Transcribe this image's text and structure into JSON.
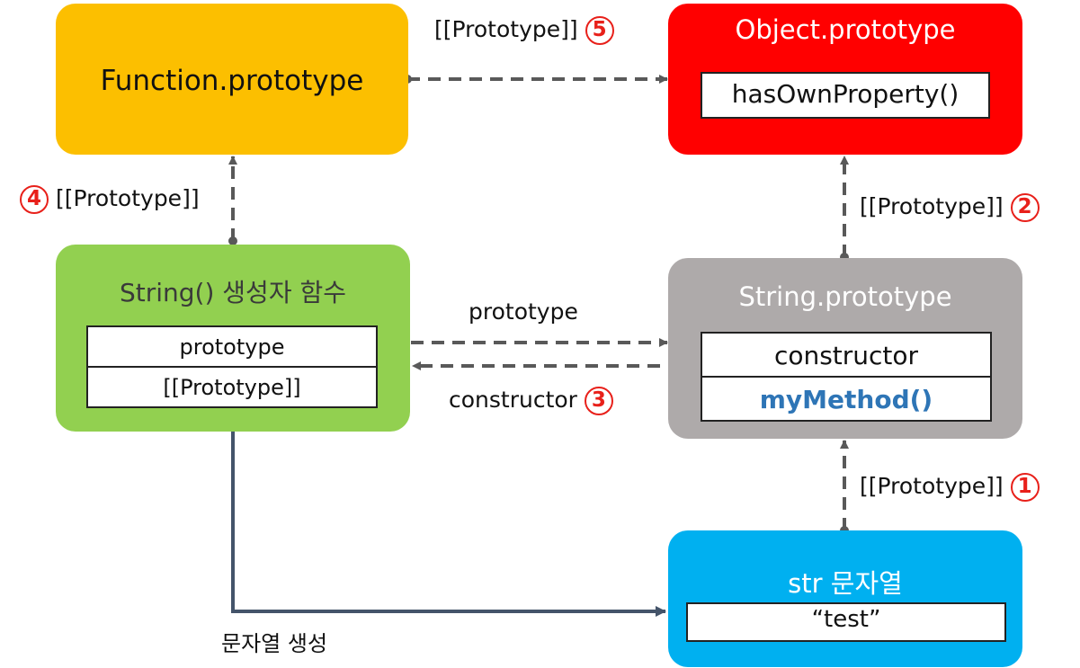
{
  "boxes": {
    "function_prototype": {
      "title": "Function.prototype",
      "color": "#fcbf00"
    },
    "object_prototype": {
      "title": "Object.prototype",
      "color": "#ff0000",
      "items": [
        "hasOwnProperty()"
      ]
    },
    "string_constructor": {
      "title": "String() 생성자 함수",
      "color": "#92d050",
      "items": [
        "prototype",
        "[[Prototype]]"
      ]
    },
    "string_prototype": {
      "title": "String.prototype",
      "color": "#aeaaaa",
      "items": [
        "constructor",
        "myMethod()"
      ]
    },
    "str_string": {
      "title": "str 문자열",
      "color": "#00b0f0",
      "items": [
        "“test”"
      ]
    }
  },
  "labels": {
    "proto5": {
      "text": "[[Prototype]]",
      "num": "5"
    },
    "proto4": {
      "text": "[[Prototype]]",
      "num": "4"
    },
    "proto2": {
      "text": "[[Prototype]]",
      "num": "2"
    },
    "proto1": {
      "text": "[[Prototype]]",
      "num": "1"
    },
    "prototype_link": {
      "text": "prototype"
    },
    "constructor_link": {
      "text": "constructor",
      "num": "3"
    },
    "create_string": {
      "text": "문자열 생성"
    }
  },
  "colors": {
    "arrow": "#595959",
    "solid_arrow": "#44546a",
    "badge": "#e8201a",
    "method_text": "#2e75b6"
  }
}
